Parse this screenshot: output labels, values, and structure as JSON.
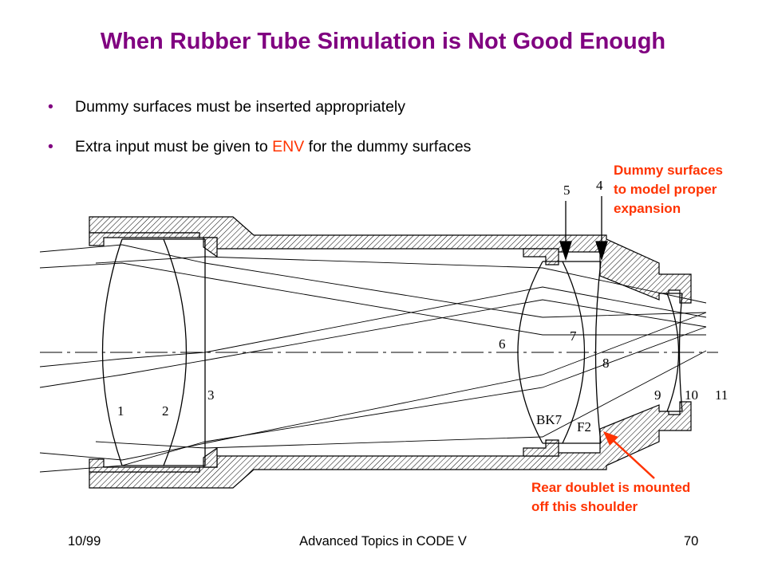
{
  "title": "When Rubber Tube Simulation is Not Good Enough",
  "bullets": {
    "b1": "Dummy surfaces must be inserted appropriately",
    "b2_pre": "Extra input must be given to ",
    "b2_env": "ENV",
    "b2_post": " for the dummy surfaces",
    "marker": "•"
  },
  "annotations": {
    "dummy": [
      "Dummy surfaces",
      "to model proper",
      "expansion"
    ],
    "rear": [
      "Rear doublet is mounted",
      "off this shoulder"
    ]
  },
  "surface_labels": {
    "s1": "1",
    "s2": "2",
    "s3": "3",
    "s4": "4",
    "s5": "5",
    "s6": "6",
    "s7": "7",
    "s8": "8",
    "s9": "9",
    "s10": "10",
    "s11": "11"
  },
  "glass_labels": {
    "bk7": "BK7",
    "f2": "F2"
  },
  "footer": {
    "date": "10/99",
    "center": "Advanced Topics in CODE V",
    "page": "70"
  },
  "colors": {
    "title": "#800080",
    "accent": "#ff3300",
    "text": "#000000"
  }
}
